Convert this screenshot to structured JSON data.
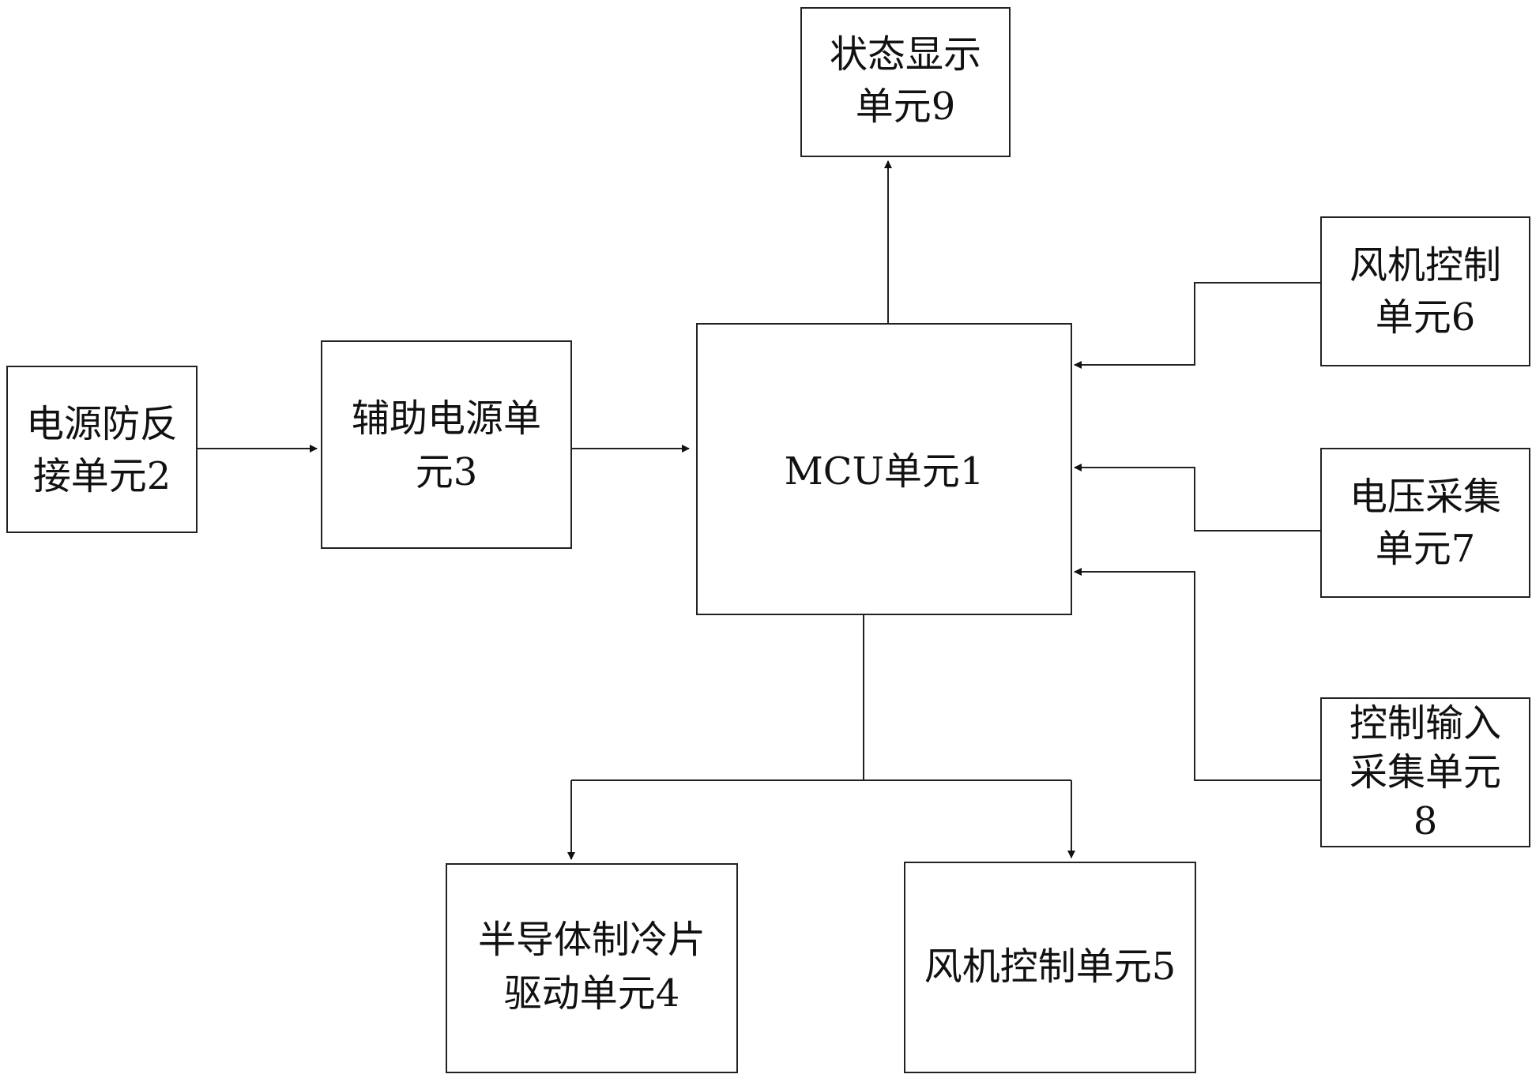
{
  "blocks": {
    "power_reverse": {
      "line1": "电源防反",
      "line2": "接单元2"
    },
    "aux_power": {
      "line1": "辅助电源单",
      "line2": "元3"
    },
    "mcu": {
      "line1": "MCU单元1"
    },
    "status_display": {
      "line1": "状态显示",
      "line2": "单元9"
    },
    "fan_control_6": {
      "line1": "风机控制",
      "line2": "单元6"
    },
    "voltage_acq": {
      "line1": "电压采集",
      "line2": "单元7"
    },
    "control_input": {
      "line1": "控制输入",
      "line2": "采集单元",
      "line3": "8"
    },
    "peltier_driver": {
      "line1": "半导体制冷片",
      "line2": "驱动单元4"
    },
    "fan_control_5": {
      "line1": "风机控制单元5"
    }
  }
}
